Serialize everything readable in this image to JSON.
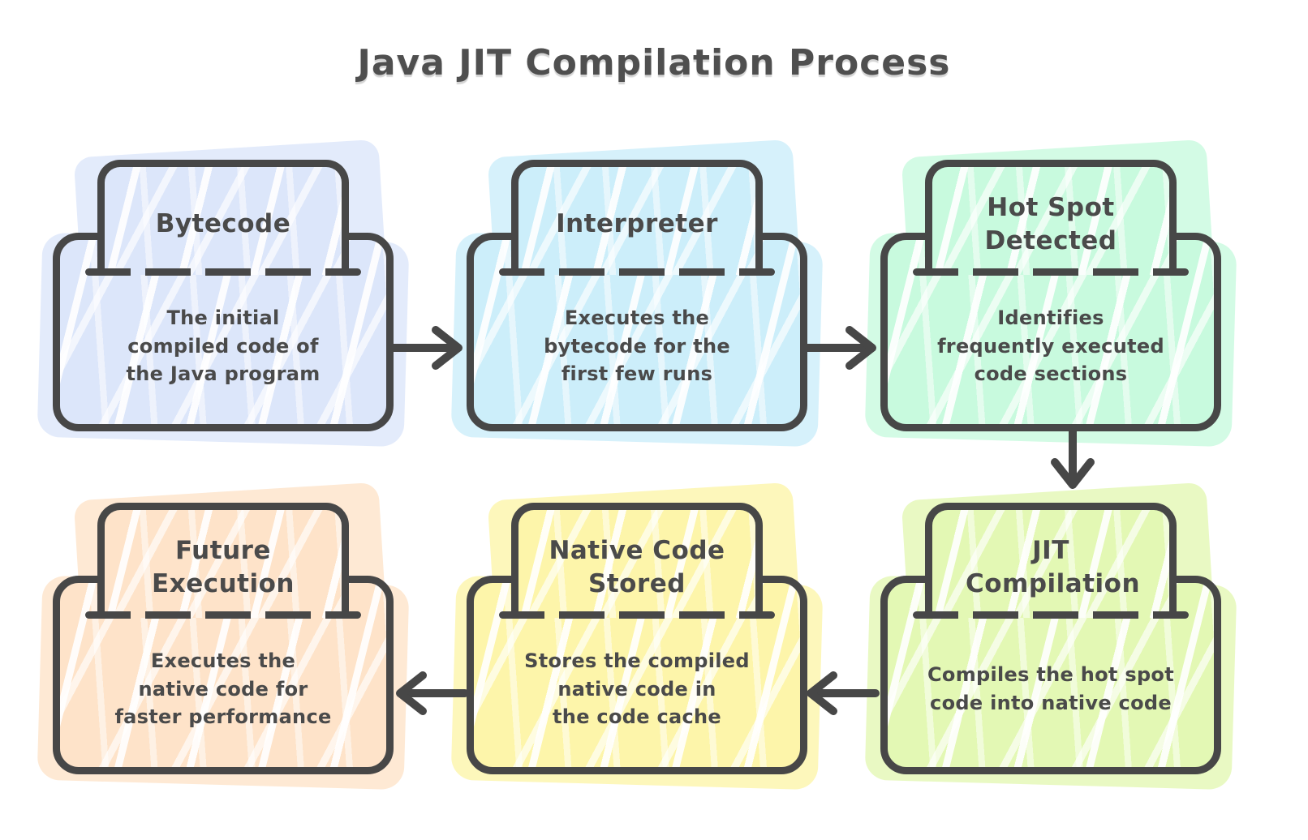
{
  "title": "Java JIT Compilation Process",
  "nodes": [
    {
      "id": "bytecode",
      "title": "Bytecode",
      "description": "The initial compiled code of the Java program",
      "fill": "#dce6fa"
    },
    {
      "id": "interpreter",
      "title": "Interpreter",
      "description": "Executes the bytecode for the first few runs",
      "fill": "#cceefa"
    },
    {
      "id": "hot-spot-detected",
      "title": "Hot Spot Detected",
      "description": "Identifies frequently executed code sections",
      "fill": "#c8fade"
    },
    {
      "id": "jit-compilation",
      "title": "JIT Compilation",
      "description": "Compiles the hot spot code into native code",
      "fill": "#e3f8b4"
    },
    {
      "id": "native-code-stored",
      "title": "Native Code Stored",
      "description": "Stores the compiled native code in the code cache",
      "fill": "#fdf5aa"
    },
    {
      "id": "future-execution",
      "title": "Future Execution",
      "description": "Executes the native code for faster performance",
      "fill": "#fee3c9"
    }
  ],
  "arrows": [
    {
      "from": "Bytecode",
      "to": "Interpreter",
      "direction": "right"
    },
    {
      "from": "Interpreter",
      "to": "Hot Spot Detected",
      "direction": "right"
    },
    {
      "from": "Hot Spot Detected",
      "to": "JIT Compilation",
      "direction": "down"
    },
    {
      "from": "JIT Compilation",
      "to": "Native Code Stored",
      "direction": "left"
    },
    {
      "from": "Native Code Stored",
      "to": "Future Execution",
      "direction": "left"
    }
  ],
  "colors": {
    "ink": "#474747",
    "background": "#ffffff",
    "title_text": "#4f4f4f",
    "node_text": "#4a4a4a"
  }
}
